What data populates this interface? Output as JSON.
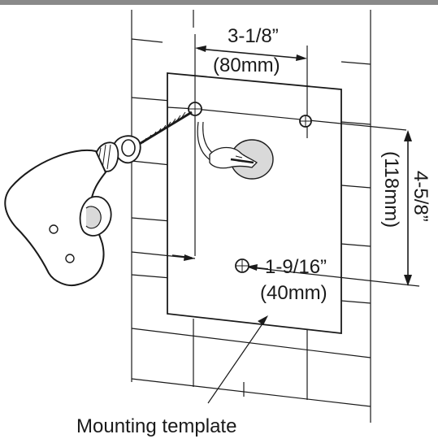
{
  "diagram": {
    "dimensions": {
      "top_width": {
        "inch": "3-1/8”",
        "mm": "(80mm)"
      },
      "side_height": {
        "inch": "4-5/8”",
        "mm": "(118mm)"
      },
      "bottom_offset": {
        "inch": "1-9/16”",
        "mm": "(40mm)"
      }
    },
    "caption": "Mounting template"
  },
  "colors": {
    "line": "#1a1a1a",
    "bubble_fill": "#d9d9d9",
    "background": "#ffffff"
  }
}
